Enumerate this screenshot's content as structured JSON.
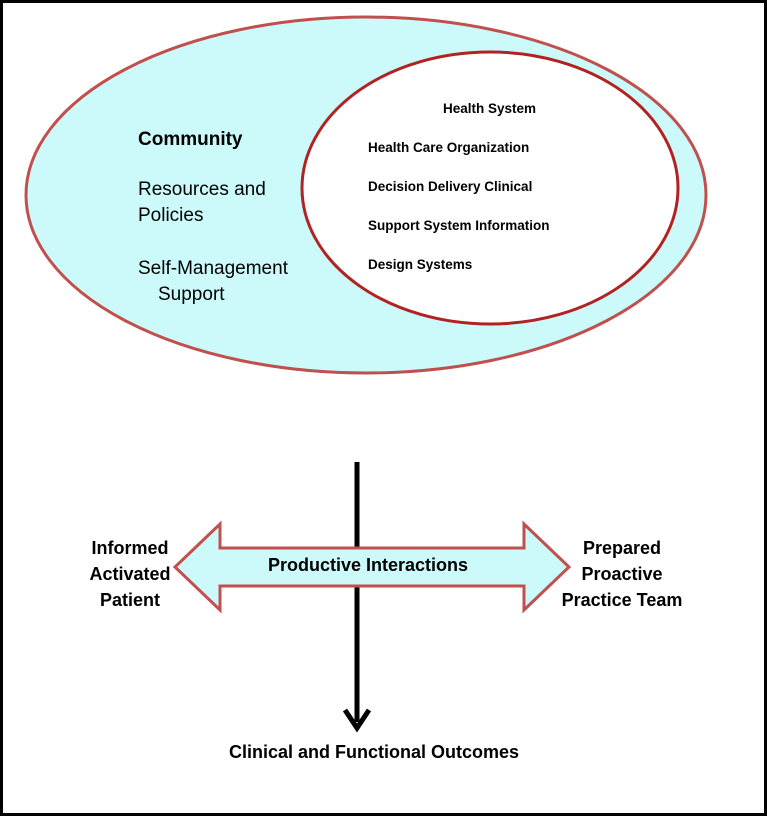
{
  "outer": {
    "community": "Community",
    "resources_line1": "Resources and",
    "resources_line2": "Policies",
    "selfmgmt_line1": "Self-Management",
    "selfmgmt_line2": "Support"
  },
  "inner": {
    "health_system": "Health System",
    "items": [
      "Health Care Organization",
      "Decision Delivery Clinical",
      "Support System Information",
      "Design Systems"
    ]
  },
  "interaction": {
    "label": "Productive Interactions",
    "left_lines": [
      "Informed",
      "Activated",
      "Patient"
    ],
    "right_lines": [
      "Prepared",
      "Proactive",
      "Practice Team"
    ]
  },
  "outcome": "Clinical and Functional Outcomes",
  "colors": {
    "fill": "#ccfafa",
    "outer_stroke": "#c0504d",
    "inner_stroke": "#b22222",
    "arrow_line": "#000000"
  }
}
